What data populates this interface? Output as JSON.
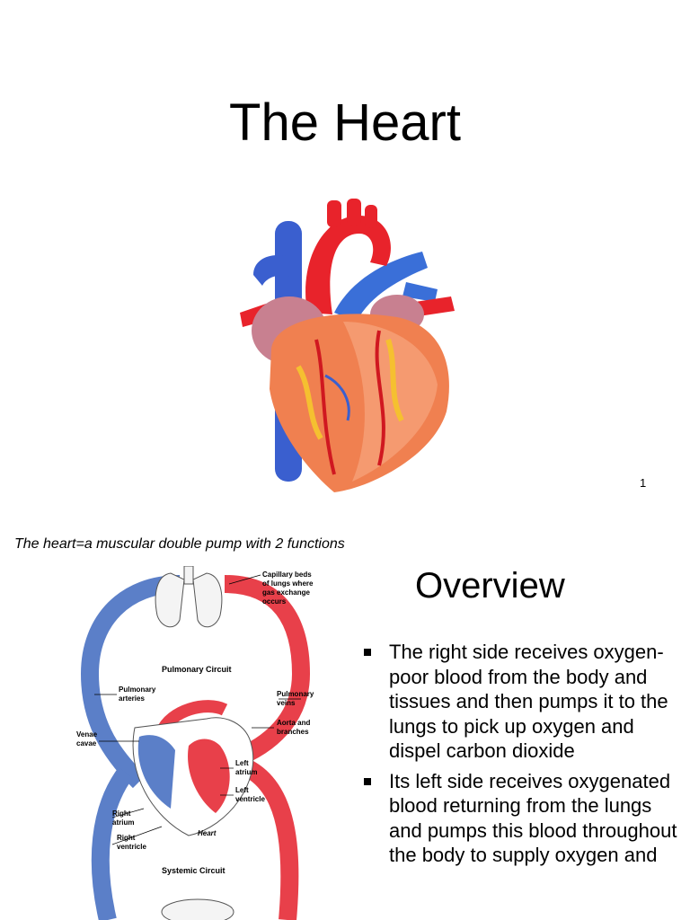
{
  "slide1": {
    "title": "The Heart",
    "page_number": "1",
    "image_icon": "heart-illustration"
  },
  "slide2": {
    "subtitle": "The heart=a muscular double pump with 2 functions",
    "heading": "Overview",
    "bullets": [
      "The right side receives oxygen-poor blood from the body and tissues and then pumps it to the lungs to pick up oxygen and dispel carbon dioxide",
      "Its left side receives oxygenated blood returning from the lungs and pumps this blood throughout the body to supply oxygen and"
    ],
    "diagram_labels": {
      "capillary_1": "Capillary beds",
      "capillary_2": "of lungs where",
      "capillary_3": "gas exchange",
      "capillary_4": "occurs",
      "pulmonary_circuit": "Pulmonary Circuit",
      "pulm_arteries_1": "Pulmonary",
      "pulm_arteries_2": "arteries",
      "pulm_veins_1": "Pulmonary",
      "pulm_veins_2": "veins",
      "aorta_1": "Aorta and",
      "aorta_2": "branches",
      "venae_1": "Venae",
      "venae_2": "cavae",
      "left_atrium_1": "Left",
      "left_atrium_2": "atrium",
      "left_ventricle_1": "Left",
      "left_ventricle_2": "ventricle",
      "right_atrium_1": "Right",
      "right_atrium_2": "atrium",
      "right_ventricle_1": "Right",
      "right_ventricle_2": "ventricle",
      "heart": "Heart",
      "systemic_circuit": "Systemic Circuit"
    },
    "colors": {
      "oxygen_poor": "#5b7fc8",
      "oxygen_rich": "#e8404a"
    }
  }
}
